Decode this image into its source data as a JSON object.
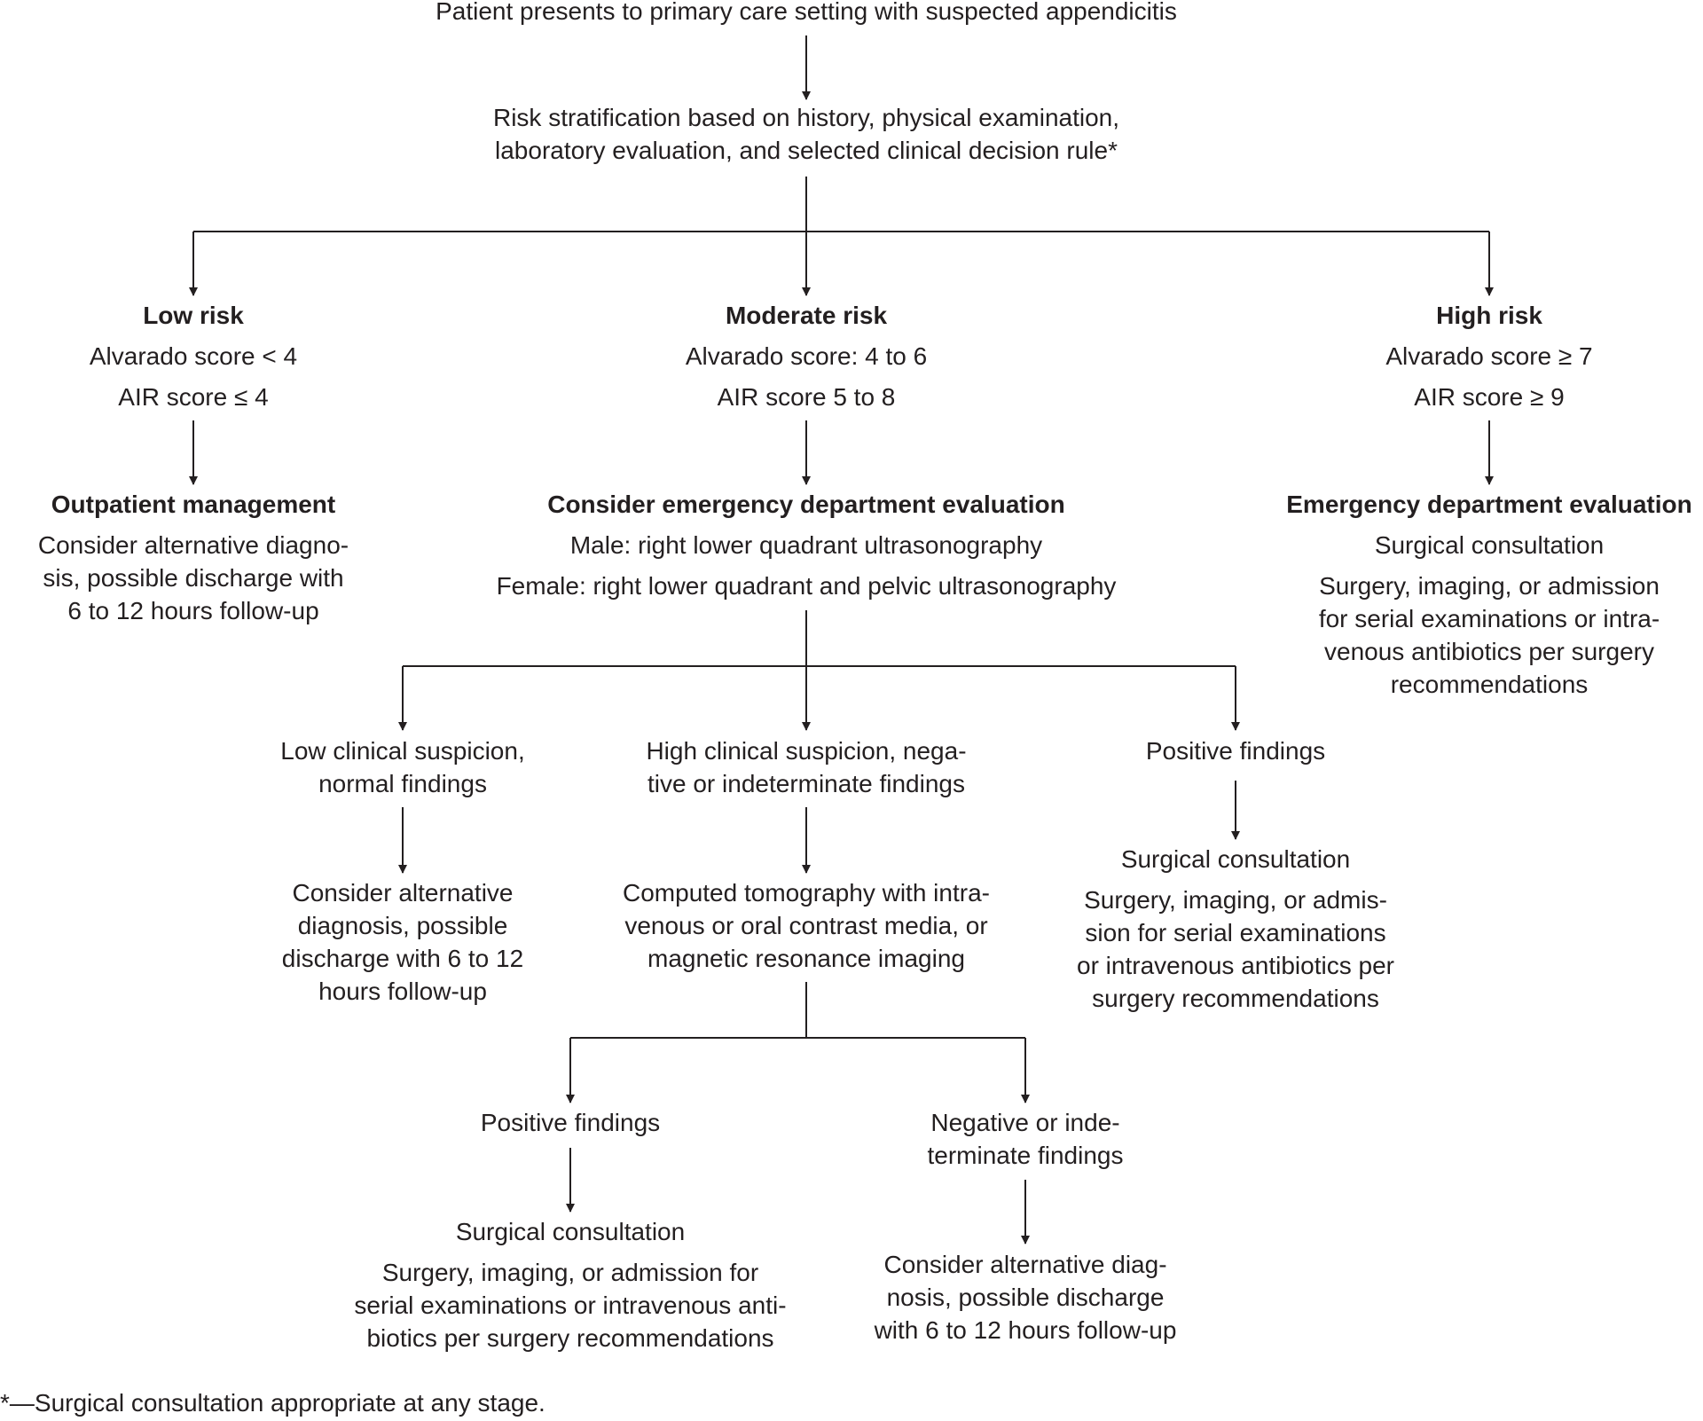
{
  "start": {
    "text": "Patient presents to primary care setting with suspected appendicitis"
  },
  "stratify": {
    "lines": [
      "Risk stratification based on history, physical examination,",
      "laboratory evaluation, and selected clinical decision rule*"
    ]
  },
  "low_risk": {
    "title": "Low risk",
    "alvarado": "Alvarado score < 4",
    "air": "AIR score ≤ 4",
    "action_title": "Outpatient management",
    "action_lines": [
      "Consider alternative diagno-",
      "sis, possible discharge with",
      "6 to 12 hours follow-up"
    ]
  },
  "moderate_risk": {
    "title": "Moderate risk",
    "alvarado": "Alvarado score: 4 to 6",
    "air": "AIR score 5 to 8",
    "action_title": "Consider emergency department evaluation",
    "male": "Male: right lower quadrant ultrasonography",
    "female": "Female: right lower quadrant and pelvic ultrasonography"
  },
  "high_risk": {
    "title": "High risk",
    "alvarado": "Alvarado score ≥ 7",
    "air": "AIR score ≥ 9",
    "action_title": "Emergency department evaluation",
    "consult": "Surgical consultation",
    "detail_lines": [
      "Surgery, imaging, or admission",
      "for serial examinations or intra-",
      "venous antibiotics per surgery",
      "recommendations"
    ]
  },
  "us_low_suspicion": {
    "lines": [
      "Low clinical suspicion,",
      "normal findings"
    ],
    "outcome_lines": [
      "Consider alternative",
      "diagnosis, possible",
      "discharge with 6 to 12",
      "hours follow-up"
    ]
  },
  "us_high_suspicion": {
    "lines": [
      "High clinical suspicion, nega-",
      "tive or indeterminate findings"
    ],
    "imaging_lines": [
      "Computed tomography with intra-",
      "venous or oral contrast media, or",
      "magnetic resonance imaging"
    ]
  },
  "us_positive": {
    "text": "Positive findings",
    "consult": "Surgical consultation",
    "detail_lines": [
      "Surgery, imaging, or admis-",
      "sion for serial examinations",
      "or intravenous antibiotics per",
      "surgery recommendations"
    ]
  },
  "ct_positive": {
    "text": "Positive findings",
    "consult": "Surgical consultation",
    "detail_lines": [
      "Surgery, imaging, or admission for",
      "serial examinations or intravenous anti-",
      "biotics per surgery recommendations"
    ]
  },
  "ct_negative": {
    "lines": [
      "Negative or inde-",
      "terminate findings"
    ],
    "outcome_lines": [
      "Consider alternative diag-",
      "nosis, possible discharge",
      "with 6 to 12 hours follow-up"
    ]
  },
  "footnote": {
    "text": "*—Surgical consultation appropriate at any stage."
  },
  "colors": {
    "line": "#231f20",
    "text": "#231f20"
  }
}
